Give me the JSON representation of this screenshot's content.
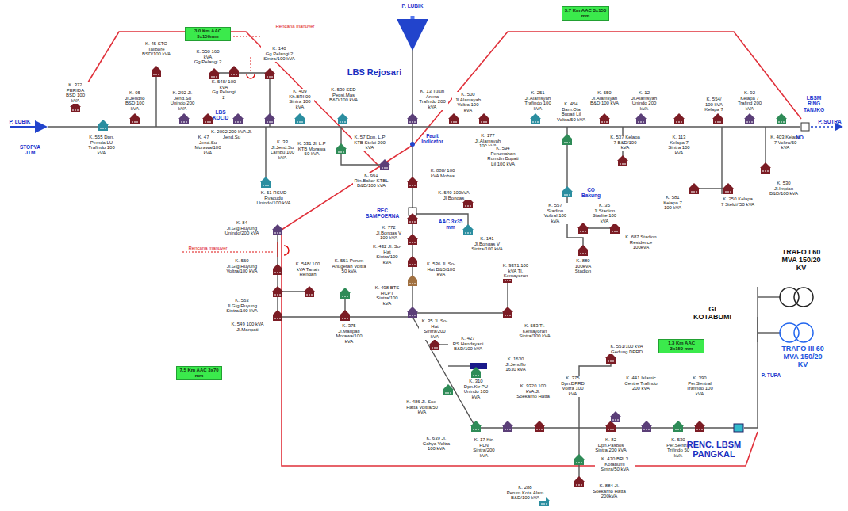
{
  "diagram": {
    "nodes": [
      {
        "text": [
          "3.0 Km AAC 3x150mm"
        ]
      },
      {
        "text": [
          "3.7 Km AAC 3x150 mm"
        ]
      },
      {
        "text": [
          "7.5 Km AAC 3x70 mm"
        ]
      },
      {
        "text": [
          "1.3 Km AAC 3x150 mm"
        ]
      }
    ],
    "labels": [
      "P. LUBIK",
      "STOPVA JTM",
      "K. 372 PERIDA BSD 100 kVA",
      "K. 45 STO Talibore BSD/100 kVA",
      "K. 05 Jl.Jendflo BSD 100 kVA",
      "K. 555 Dpn. Pemda LU Trafindo 100 kVA",
      "K. 292 Jl. Jend.Su Unindo 200 kVA",
      "K. 472 Jl. Jend.Su Morawa/100 kVA",
      "K. 550 160 kVA Gg.Pelangi 2",
      "K. 140 Gg.Pelangi 2 Sintra/100 kVA",
      "K. 548/ 100 kVA Gg.Pelangi 2",
      "Rencana manuver",
      "LBS KOLID",
      "K. 2002 200 kVA Jl. Jend.Su",
      "K. 33 Jl.Jend.Su Lambu 100 kVA",
      "K. 409 Kh.BRI 00 Sintra 100 kVA",
      "K. 530 SED Pepsi.Mas B&D/100 kVA",
      "K. 51 RSUD Ryacudu Unindo/100 kVA",
      "K. 531 Jl. L.P KTB Morawa 50 kVA",
      "K. 57 Dpn. L.P KTB Stelci 200 kVA",
      "LBS Rejosari",
      "P. LUBIK",
      "K. 13 Tujuh Arena Trafindo 200 kVA",
      "Fault Indicator",
      "K. 500 Jl.Alamsyah Voltra 100 kVA",
      "K. 177 Jl.Alamsyah 100 kVA",
      "K. 251 Jl.Alamsyah Trafindo 100 kVA",
      "K. 454 Bam.Ola Bupati Lil Voltra/50 kVA",
      "K. 550 Jl.Alamsyah B&D 100 kVA",
      "K. 12 Jl.Alamsyah Unindo 200 kVA",
      "K. 594 Perumahan Rumdin Bupati Lil 100 kVA",
      "CO Bakung",
      "K. 537 Kelapa 7 B&D/100 kVA",
      "K. 113 Kelapa 7 Sintra 100 kVA",
      "K. 554/ 100 kVA Kelapa 7",
      "K. 92 Kelapa 7 Trafind 200 kVA",
      "K. 403 Kelapa 7 Voltra/50 kVA",
      "LBSM RING TANJKG",
      "NO",
      "P. SUTRA",
      "K. 530 Jl.Impian B&D/100 kVA",
      "K. 581 Kelapa 7 100 kVA",
      "K. 250 Kelapa 7 Stelci/ 50 kVA",
      "K. 35 Jl.Stadion Starlite 100 kVA",
      "K. 557 Stadion Voltral 100 kVA",
      "K. 687 Stadion Residence 100kVA",
      "K. 880 100kVA Stadion",
      "K. 661 Rin.Bakor KTBL B&D/100 kVA",
      "K. 888/ 100 kVA Mobas",
      "K. 540 100kVA Jl Bongas",
      "REC SAMPOERNA",
      "K. 772 Jl.Bongas V 100 kVA",
      "K. 432 Jl. So-Hat Sintra/100 kVA",
      "K. 141 Jl.Bongas V Sintra/100 kVA",
      "AAC 3x35 mm",
      "K. 536 Jl. So-Hat B&D/100 kVA",
      "K. 498 BTS HCPT Sintra/100 kVA",
      "K. 35 Jl. So-Hat Sintra/200 kVA",
      "K. 9371 100 kVA Tl. Kemayoran",
      "K. 553 Tl. Kemayoran Sintra/100 kVA",
      "K. 84 Jl.Gtg.Ruyung Unindo/200 kVA",
      "K. 560 Jl.Gtg.Ruyung Voltra/100 kVA",
      "K. 548/ 100 kVA Tanah Rendah",
      "K. 563 Jl.Gtg.Ruyung Sintra/100 kVA",
      "K. 549 100 kVA Jl.Manpati",
      "K. 561 Perum Anugerah Voltra 50 kVA",
      "K. 375 Jl.Manpati Morawa/100 kVA",
      "Rencana manuver",
      "K. 427 RS.Handayani B&D/100 kVA",
      "K. 1630 Jl.Jendflo 1630 kVA",
      "K. 486 Jl. Soe-Hatta Voltra/50 kVA",
      "K. 310 Dpn.Ktr PU Unindo 100 kVA",
      "K. 9320 100 kVA Jl. Soekarno Hatta",
      "K. 639 Jl. Cahya Voltra 100 kVA",
      "K. 17 Ktr. PLN Sintra/200 kVA",
      "K. 470 BRI 3 Kotabumi Sintra/50 kVA",
      "K. 288 Perum.Kota Alam B&D/100 kVA",
      "K. 884 Jl. Soekarno Hatta 200kVA",
      "K. 551/100 kVA Gedung DPRD",
      "K. 375 Dpn.DPRD Voltra 100 kVA",
      "K. 441 Islamic Centre Trafindo 200 kVA",
      "K. 390 Per.Sentral Trafindo 100 kVA",
      "K. 82 Dpn.Pasbos Sintra 200 kVA",
      "K. 530 Per.Sentral Trifindo 50 kVA",
      "RENC. LBSM PANGKAL",
      "GI KOTABUMI",
      "TRAFO I 60 MVA 150/20 KV",
      "TRAFO III 60 MVA 150/20 KV",
      "P. TUPA"
    ]
  }
}
